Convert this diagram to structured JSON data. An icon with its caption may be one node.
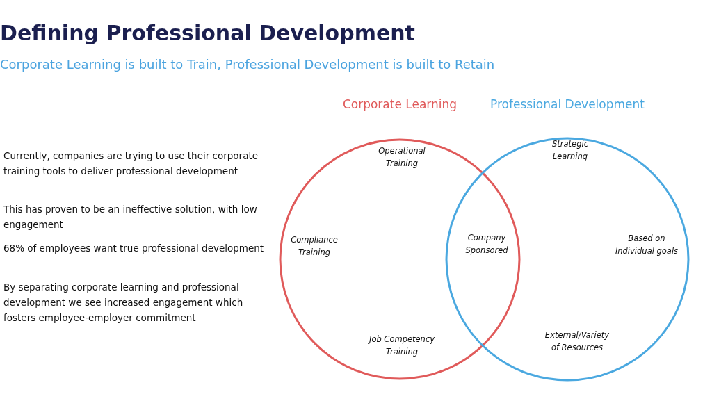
{
  "diagram": {
    "title": "Defining Professional Development",
    "nodes": [
      {
        "text": [
          "Corporate Learning"
        ]
      },
      {
        "text": [
          "Professional Development"
        ]
      },
      {
        "text": [
          "Operational Training"
        ],
        "in": 0
      },
      {
        "text": [
          "Compliance Training"
        ],
        "in": 0
      },
      {
        "text": [
          "Job Competency Training"
        ],
        "in": 0
      },
      {
        "text": [
          "Company Sponsored"
        ]
      },
      {
        "text": [
          "Strategic Learning"
        ],
        "in": 1
      },
      {
        "text": [
          "Based on Individual goals"
        ],
        "in": 1
      },
      {
        "text": [
          "External/Variety of Resources"
        ],
        "in": 1
      }
    ],
    "edges": [],
    "labels": [
      "Corporate Learning is built to Train, Professional Development is built to Retain",
      "Currently, companies are trying to use their corporate training tools to deliver professional development",
      "This has proven to be an ineffective solution, with low engagement",
      "68% of employees want true professional development",
      "By separating corporate learning and professional development we see increased engagement which fosters employee-employer commitment"
    ]
  }
}
